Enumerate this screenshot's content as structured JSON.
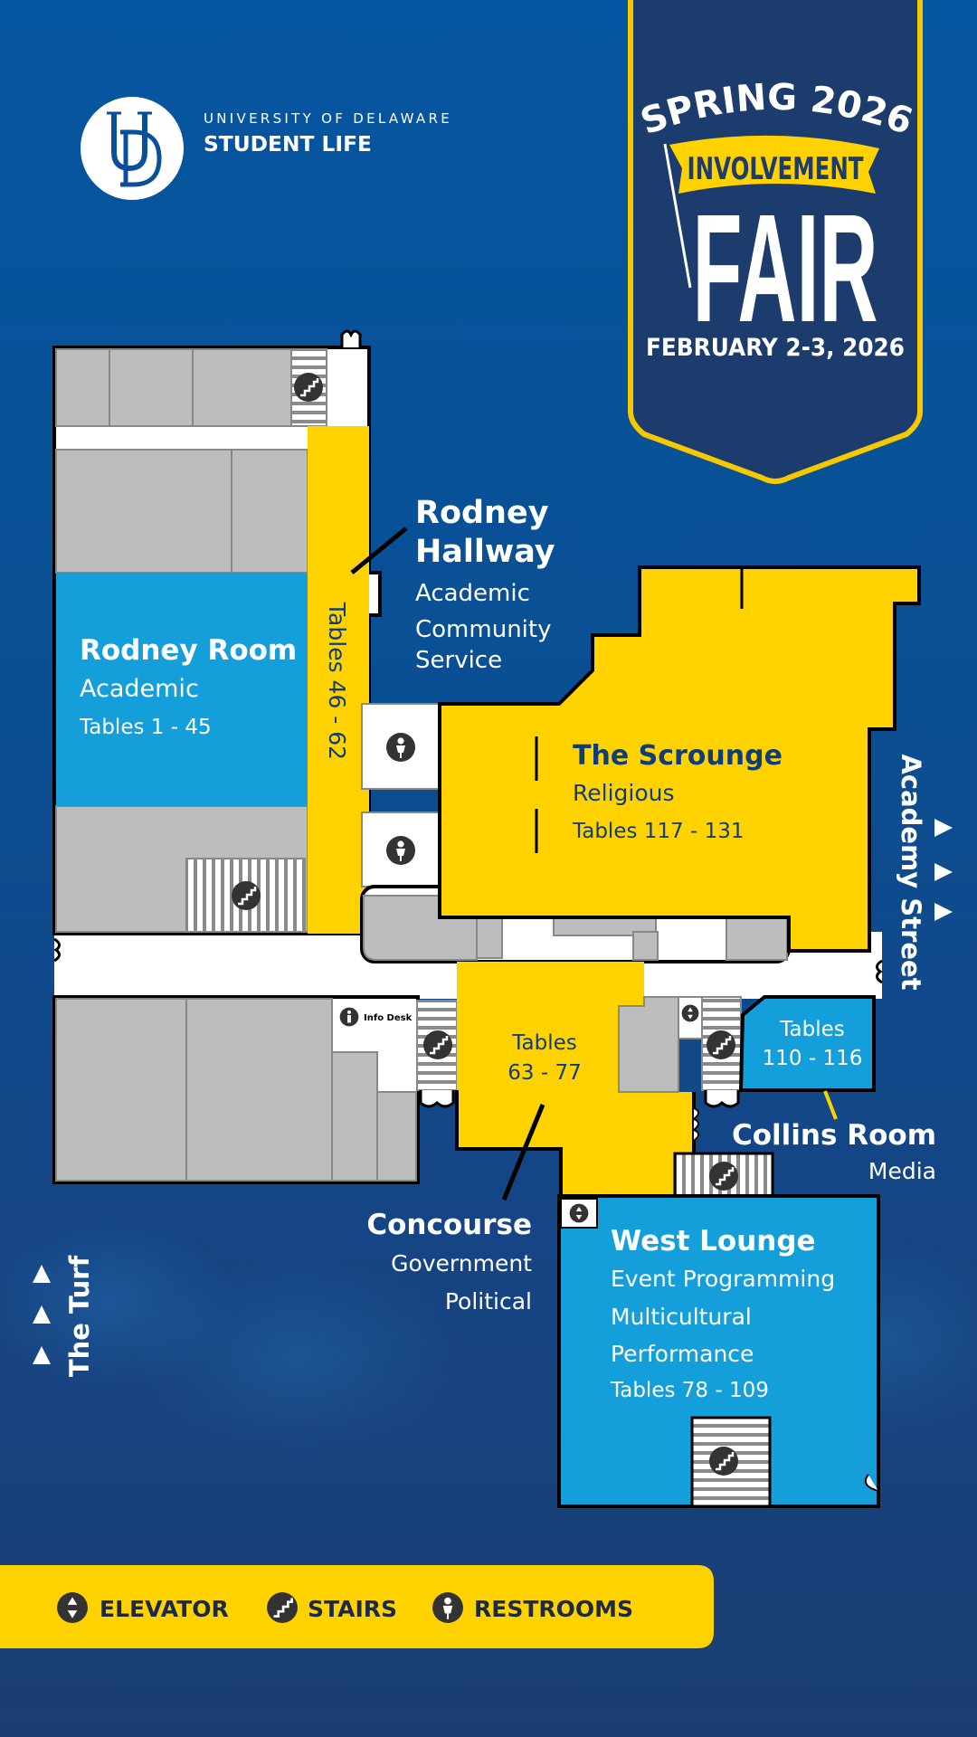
{
  "header": {
    "logo_text": "UD",
    "university": "UNIVERSITY OF DELAWARE",
    "department": "STUDENT LIFE"
  },
  "banner": {
    "season": "SPRING 2026",
    "ribbon": "INVOLVEMENT",
    "title": "FAIR",
    "dates": "FEBRUARY 2-3, 2026"
  },
  "map": {
    "rodney_hallway": {
      "name": [
        "Rodney",
        "Hallway"
      ],
      "categories": [
        "Academic",
        "Community",
        "Service"
      ],
      "tables": "Tables 46 - 62"
    },
    "rodney_room": {
      "name": "Rodney Room",
      "category": "Academic",
      "tables": "Tables 1 - 45"
    },
    "scrounge": {
      "name": "The Scrounge",
      "category": "Religious",
      "tables": "Tables 117 - 131"
    },
    "concourse": {
      "name": "Concourse",
      "categories": [
        "Government",
        "Political"
      ],
      "tables": [
        "Tables",
        "63 - 77"
      ]
    },
    "collins_room": {
      "name": "Collins Room",
      "category": "Media",
      "tables": [
        "Tables",
        "110 - 116"
      ]
    },
    "west_lounge": {
      "name": "West Lounge",
      "categories": [
        "Event Programming",
        "Multicultural",
        "Performance"
      ],
      "tables": "Tables 78 - 109"
    },
    "info_desk": "Info Desk",
    "streets": {
      "east": "Academy Street",
      "west": "The Turf"
    }
  },
  "legend": {
    "items": [
      {
        "icon": "elevator-icon",
        "label": "ELEVATOR"
      },
      {
        "icon": "stairs-icon",
        "label": "STAIRS"
      },
      {
        "icon": "restroom-icon",
        "label": "RESTROOMS"
      }
    ]
  },
  "colors": {
    "background": "#0a4f93",
    "banner": "#1d3c6e",
    "accent_yellow": "#ffd200",
    "room_blue": "#159fda",
    "room_gray": "#bdbdbd",
    "text_dark_blue": "#0f3d7a"
  }
}
